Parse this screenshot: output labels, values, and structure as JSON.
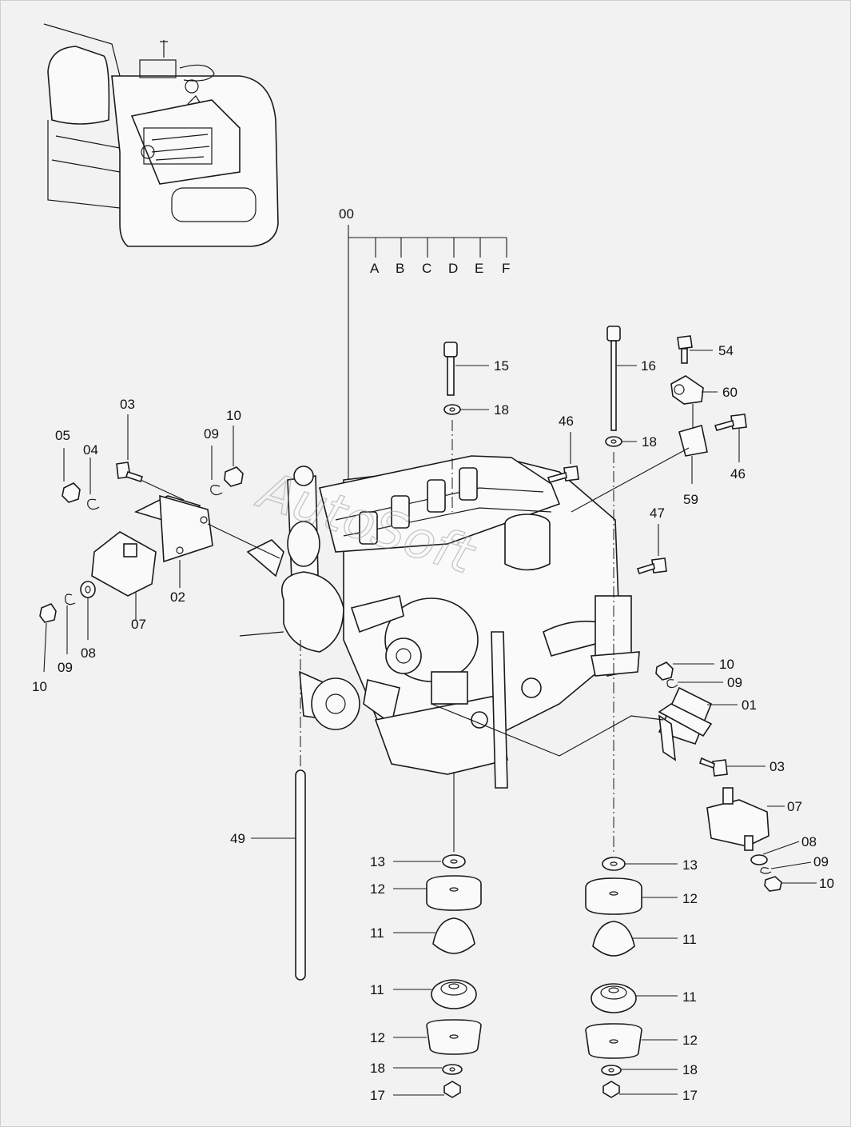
{
  "watermark": "AutoSoft",
  "main_group": {
    "label": "00",
    "subs": [
      "A",
      "B",
      "C",
      "D",
      "E",
      "F"
    ]
  },
  "callouts": [
    {
      "id": "c15",
      "text": "15"
    },
    {
      "id": "c18a",
      "text": "18"
    },
    {
      "id": "c16",
      "text": "16"
    },
    {
      "id": "c18b",
      "text": "18"
    },
    {
      "id": "c54",
      "text": "54"
    },
    {
      "id": "c60",
      "text": "60"
    },
    {
      "id": "c46a",
      "text": "46"
    },
    {
      "id": "c59",
      "text": "59"
    },
    {
      "id": "c46b",
      "text": "46"
    },
    {
      "id": "c47",
      "text": "47"
    },
    {
      "id": "c03a",
      "text": "03"
    },
    {
      "id": "c10a",
      "text": "10"
    },
    {
      "id": "c05",
      "text": "05"
    },
    {
      "id": "c09a",
      "text": "09"
    },
    {
      "id": "c04",
      "text": "04"
    },
    {
      "id": "c02",
      "text": "02"
    },
    {
      "id": "c07a",
      "text": "07"
    },
    {
      "id": "c10b",
      "text": "10"
    },
    {
      "id": "c09b",
      "text": "09"
    },
    {
      "id": "c08a",
      "text": "08"
    },
    {
      "id": "c10c",
      "text": "10"
    },
    {
      "id": "c09c",
      "text": "09"
    },
    {
      "id": "c01",
      "text": "01"
    },
    {
      "id": "c03b",
      "text": "03"
    },
    {
      "id": "c07b",
      "text": "07"
    },
    {
      "id": "c08b",
      "text": "08"
    },
    {
      "id": "c09d",
      "text": "09"
    },
    {
      "id": "c10d",
      "text": "10"
    },
    {
      "id": "c49",
      "text": "49"
    },
    {
      "id": "c13a",
      "text": "13"
    },
    {
      "id": "c12a",
      "text": "12"
    },
    {
      "id": "c11a",
      "text": "11"
    },
    {
      "id": "c11b",
      "text": "11"
    },
    {
      "id": "c12b",
      "text": "12"
    },
    {
      "id": "c18c",
      "text": "18"
    },
    {
      "id": "c17a",
      "text": "17"
    },
    {
      "id": "c13b",
      "text": "13"
    },
    {
      "id": "c12c",
      "text": "12"
    },
    {
      "id": "c11c",
      "text": "11"
    },
    {
      "id": "c11d",
      "text": "11"
    },
    {
      "id": "c12d",
      "text": "12"
    },
    {
      "id": "c18d",
      "text": "18"
    },
    {
      "id": "c17b",
      "text": "17"
    }
  ]
}
